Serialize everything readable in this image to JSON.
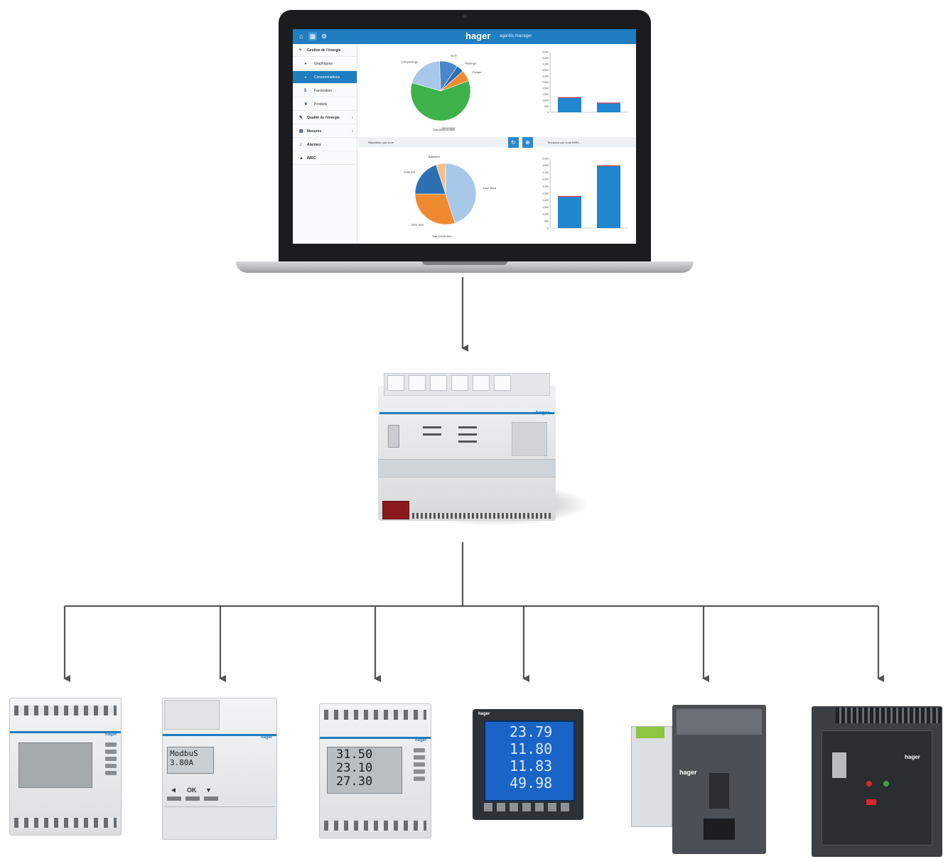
{
  "app": {
    "brand": "hager",
    "brand_sub": "agardio.manager"
  },
  "sidebar": {
    "items": [
      {
        "label": "Gestion de l'énergie",
        "icon": "bolt-icon",
        "level": "top"
      },
      {
        "label": "Graphiques",
        "icon": "chart-icon",
        "level": "sub"
      },
      {
        "label": "Consommations",
        "icon": "gauge-icon",
        "level": "sub",
        "active": true
      },
      {
        "label": "Facturation",
        "icon": "dollar-icon",
        "level": "sub"
      },
      {
        "label": "Produits",
        "icon": "leaf-icon",
        "level": "sub"
      },
      {
        "label": "Qualité de l'énergie",
        "icon": "wrench-icon",
        "level": "top"
      },
      {
        "label": "Mesures",
        "icon": "table-icon",
        "level": "top"
      },
      {
        "label": "Alarmes",
        "icon": "bell-icon",
        "level": "top"
      },
      {
        "label": "IMRC",
        "icon": "warning-icon",
        "level": "top"
      }
    ]
  },
  "panels": {
    "bottom_left_title": "Répartition par zone",
    "bottom_right_title": "Tendance par zone IMRC"
  },
  "chart_data": [
    {
      "type": "pie",
      "labels": [
        "Ascenseur",
        "CTA parkings",
        "ECS",
        "Parkings",
        "Pompe"
      ],
      "values": [
        60,
        20,
        10,
        4,
        6
      ],
      "colors": [
        "#3eb24a",
        "#a8c8ea",
        "#4a86c8",
        "#2d6fb3",
        "#f08a30"
      ],
      "caption": "Total 45000,00 kWh"
    },
    {
      "type": "bar",
      "categories": [
        "",
        ""
      ],
      "values": [
        1250,
        800
      ],
      "ylim": [
        0,
        5000
      ],
      "yticks": [
        "5,000",
        "4,500",
        "4,000",
        "3,500",
        "3,000",
        "2,500",
        "2,000",
        "1,500",
        "1,000",
        "500",
        "0"
      ]
    },
    {
      "type": "pie",
      "labels": [
        "Zone Nord",
        "Zone Sud",
        "Zone Est",
        "Bâtiment"
      ],
      "values": [
        45,
        30,
        20,
        5
      ],
      "colors": [
        "#a8c8ea",
        "#f08a30",
        "#2d6fb3",
        "#f4c08a"
      ],
      "caption": "Total 110000 kWh"
    },
    {
      "type": "bar",
      "categories": [
        "",
        ""
      ],
      "values": [
        2300,
        4500
      ],
      "ylim": [
        0,
        5000
      ],
      "yticks": [
        "5,000",
        "4,500",
        "4,000",
        "3,500",
        "3,000",
        "2,500",
        "2,000",
        "1,500",
        "1,000",
        "500",
        "0"
      ]
    }
  ],
  "gateway": {
    "logo": "hager"
  },
  "devices": [
    {
      "logo": "hager",
      "lcd_lines": []
    },
    {
      "logo": "hager",
      "lcd_lines": [
        "ModbuS",
        "3.80A"
      ],
      "buttons": [
        "◄",
        "OK",
        "▼"
      ]
    },
    {
      "logo": "hager",
      "lcd_lines": [
        "31.50",
        "23.10",
        "27.30"
      ]
    },
    {
      "logo": "hager",
      "lcd_lines": [
        "23.79",
        "11.80",
        "11.83",
        "49.98"
      ]
    },
    {
      "logo": "hager",
      "lcd_lines": []
    },
    {
      "logo": "hager",
      "lcd_lines": []
    }
  ]
}
